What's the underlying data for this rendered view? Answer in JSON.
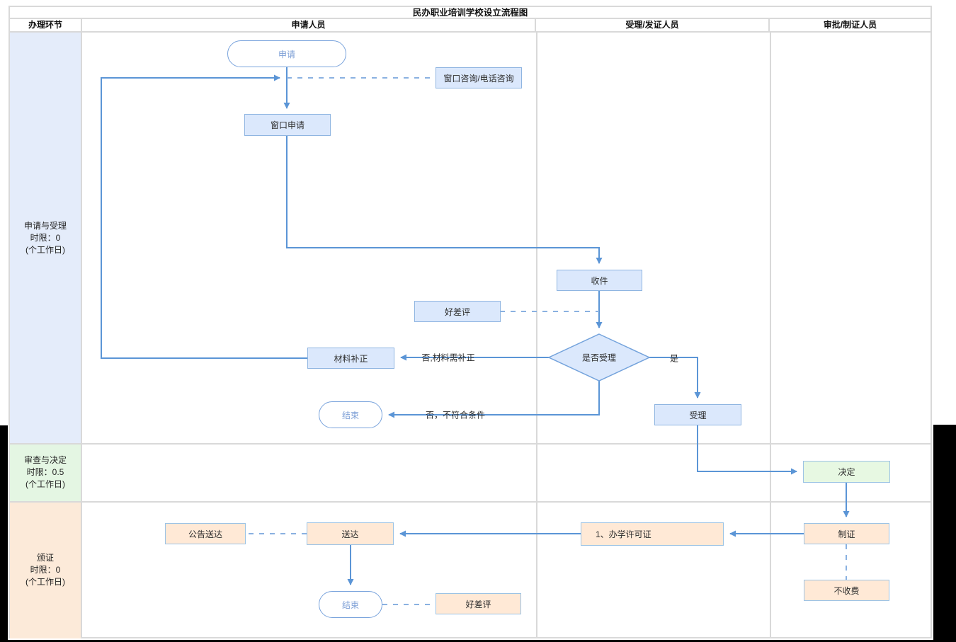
{
  "title": "民办职业培训学校设立流程图",
  "columns": [
    "办理环节",
    "申请人员",
    "受理/发证人员",
    "审批/制证人员"
  ],
  "rows": [
    {
      "label_lines": [
        "申请与受理",
        "时限：0",
        "(个工作日)"
      ]
    },
    {
      "label_lines": [
        "审查与决定",
        "时限：0.5",
        "(个工作日)"
      ]
    },
    {
      "label_lines": [
        "颁证",
        "时限：0",
        "(个工作日)"
      ]
    }
  ],
  "nodes": {
    "start": "申请",
    "consult": "窗口咨询/电话咨询",
    "window_apply": "窗口申请",
    "receive": "收件",
    "review_top": "好差评",
    "accept_decision": "是否受理",
    "material_correction": "材料补正",
    "end_first": "结束",
    "accept": "受理",
    "decide": "决定",
    "make_cert": "制证",
    "no_fee": "不收费",
    "license": "1、办学许可证",
    "deliver": "送达",
    "announce_deliver": "公告送达",
    "end_second": "结束",
    "review_bottom": "好差评"
  },
  "edge_labels": {
    "no_need_correction": "否,材料需补正",
    "no_not_qualified": "否，不符合条件",
    "yes": "是"
  },
  "colors": {
    "node_blue": "#dbe8fc",
    "node_green": "#e7f8e2",
    "node_orange": "#ffe9d6",
    "lane_blue": "#e4ecfa",
    "lane_green": "#e4f6e3",
    "lane_orange": "#fcead9",
    "line_blue": "#5b95d6",
    "dash_blue": "#8ab1e1"
  }
}
